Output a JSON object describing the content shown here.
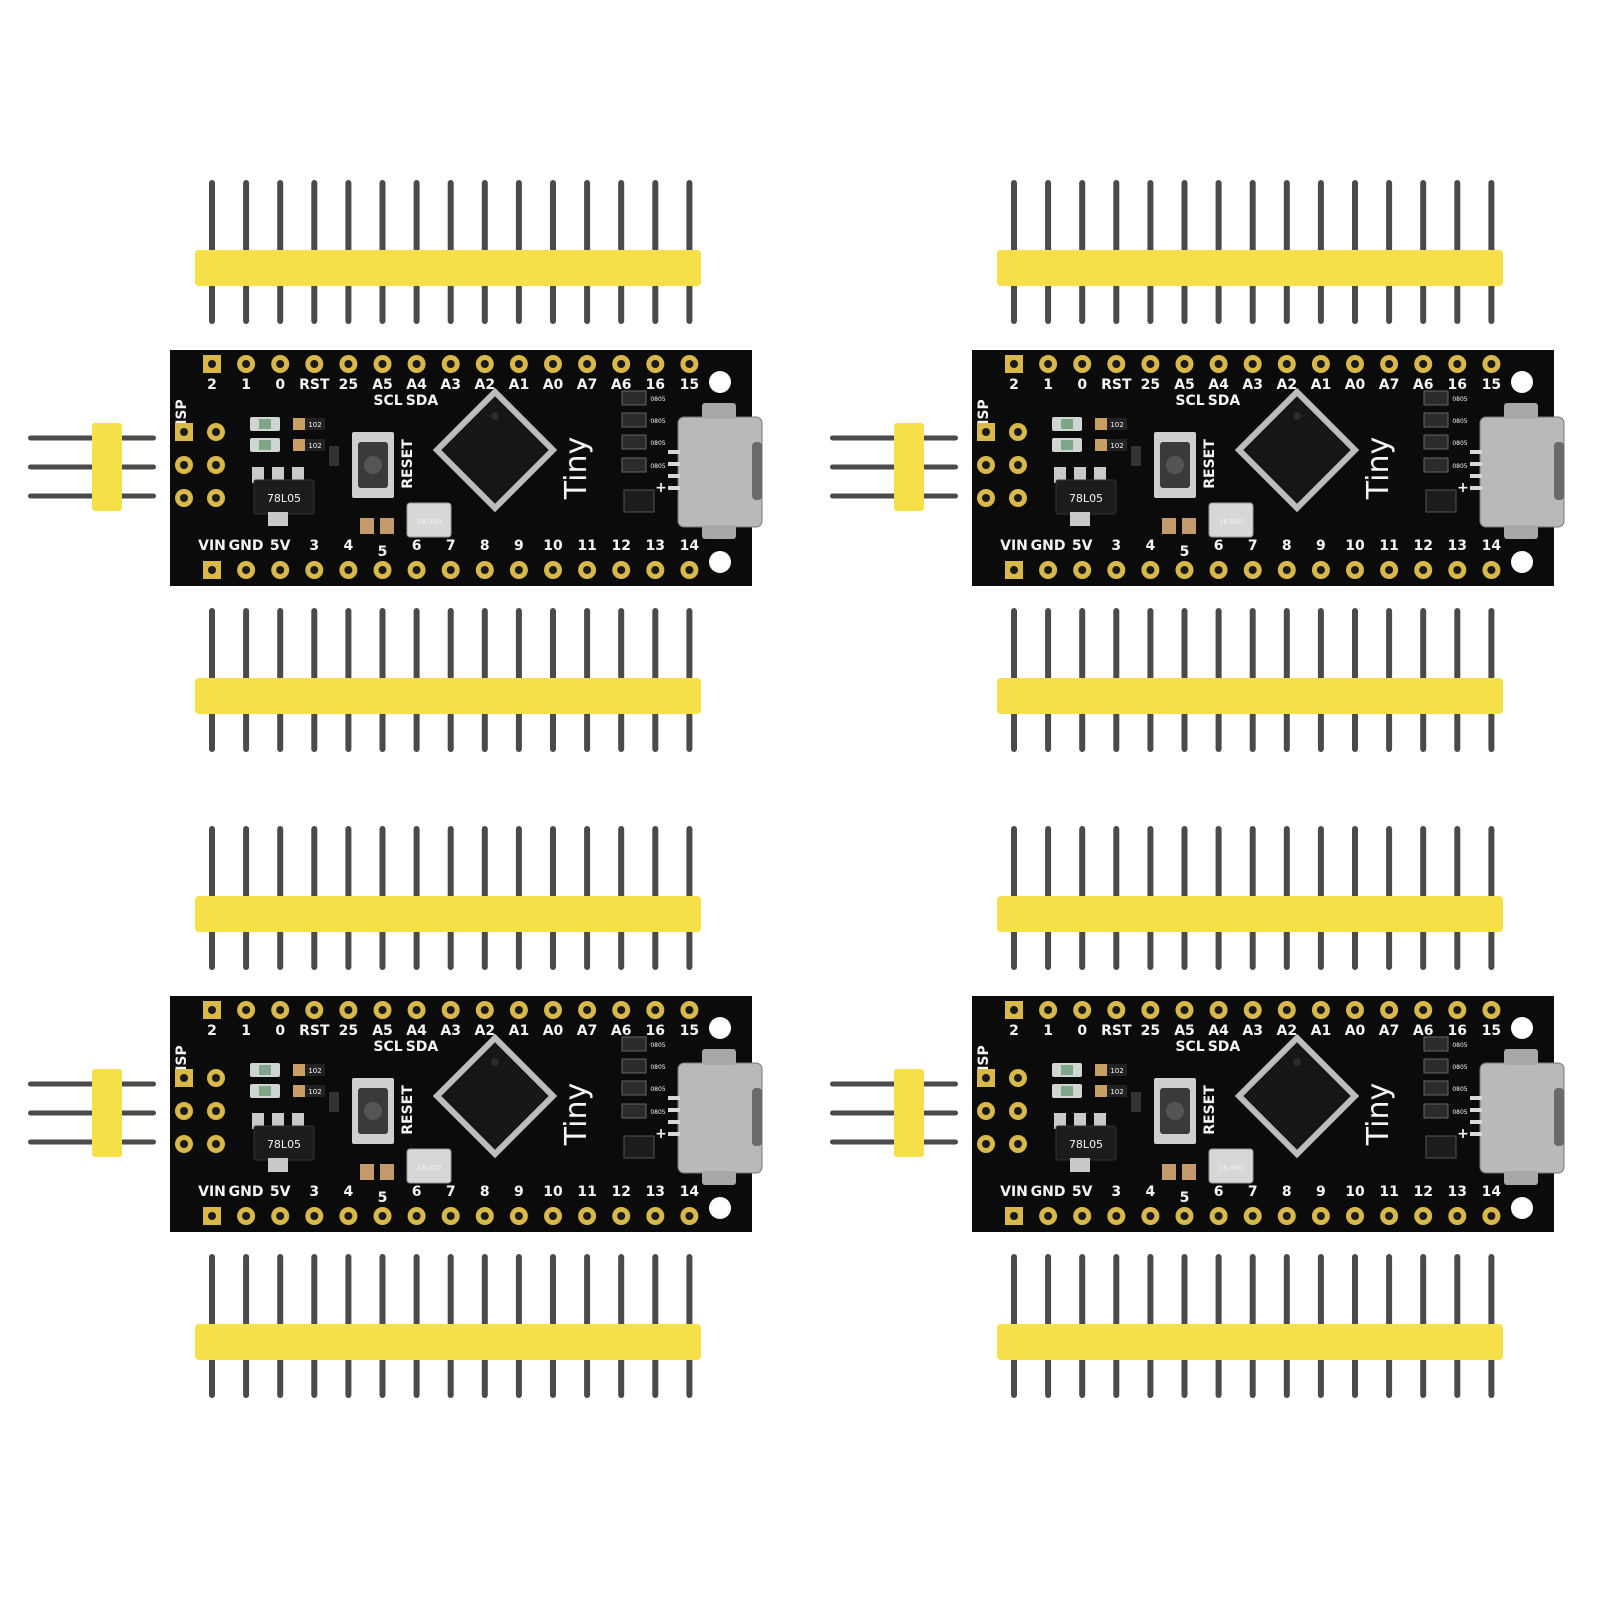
{
  "colors": {
    "background": "#ffffff",
    "pcb": "#0b0b0b",
    "header_plastic": "#f6e04a",
    "pin_metal": "#4a4a4a",
    "pad_gold": "#d9b84a",
    "silkscreen": "#f4f4f4"
  },
  "board": {
    "top_pin_labels": [
      "2",
      "1",
      "0",
      "RST",
      "25",
      "A5",
      "A4",
      "A3",
      "A2",
      "A1",
      "A0",
      "A7",
      "A6",
      "16",
      "15"
    ],
    "bottom_pin_labels": [
      "VIN",
      "GND",
      "5V",
      "3",
      "4",
      "5",
      "6",
      "7",
      "8",
      "9",
      "10",
      "11",
      "12",
      "13",
      "14"
    ],
    "scl_label": "SCL",
    "sda_label": "SDA",
    "isp_label": "ISP",
    "reset_label": "RESET",
    "name_label": "Tiny",
    "plus_label": "+",
    "regulator_marking": "78L05",
    "resistor_marking": "102",
    "cap_marking": "0805",
    "crystal_marking": "16.000"
  },
  "kits": [
    {
      "id": "top-left"
    },
    {
      "id": "top-right"
    },
    {
      "id": "bottom-left"
    },
    {
      "id": "bottom-right"
    }
  ],
  "icons": {
    "chip": "microcontroller-chip-icon",
    "usb": "micro-usb-port-icon",
    "button": "reset-button-icon"
  }
}
